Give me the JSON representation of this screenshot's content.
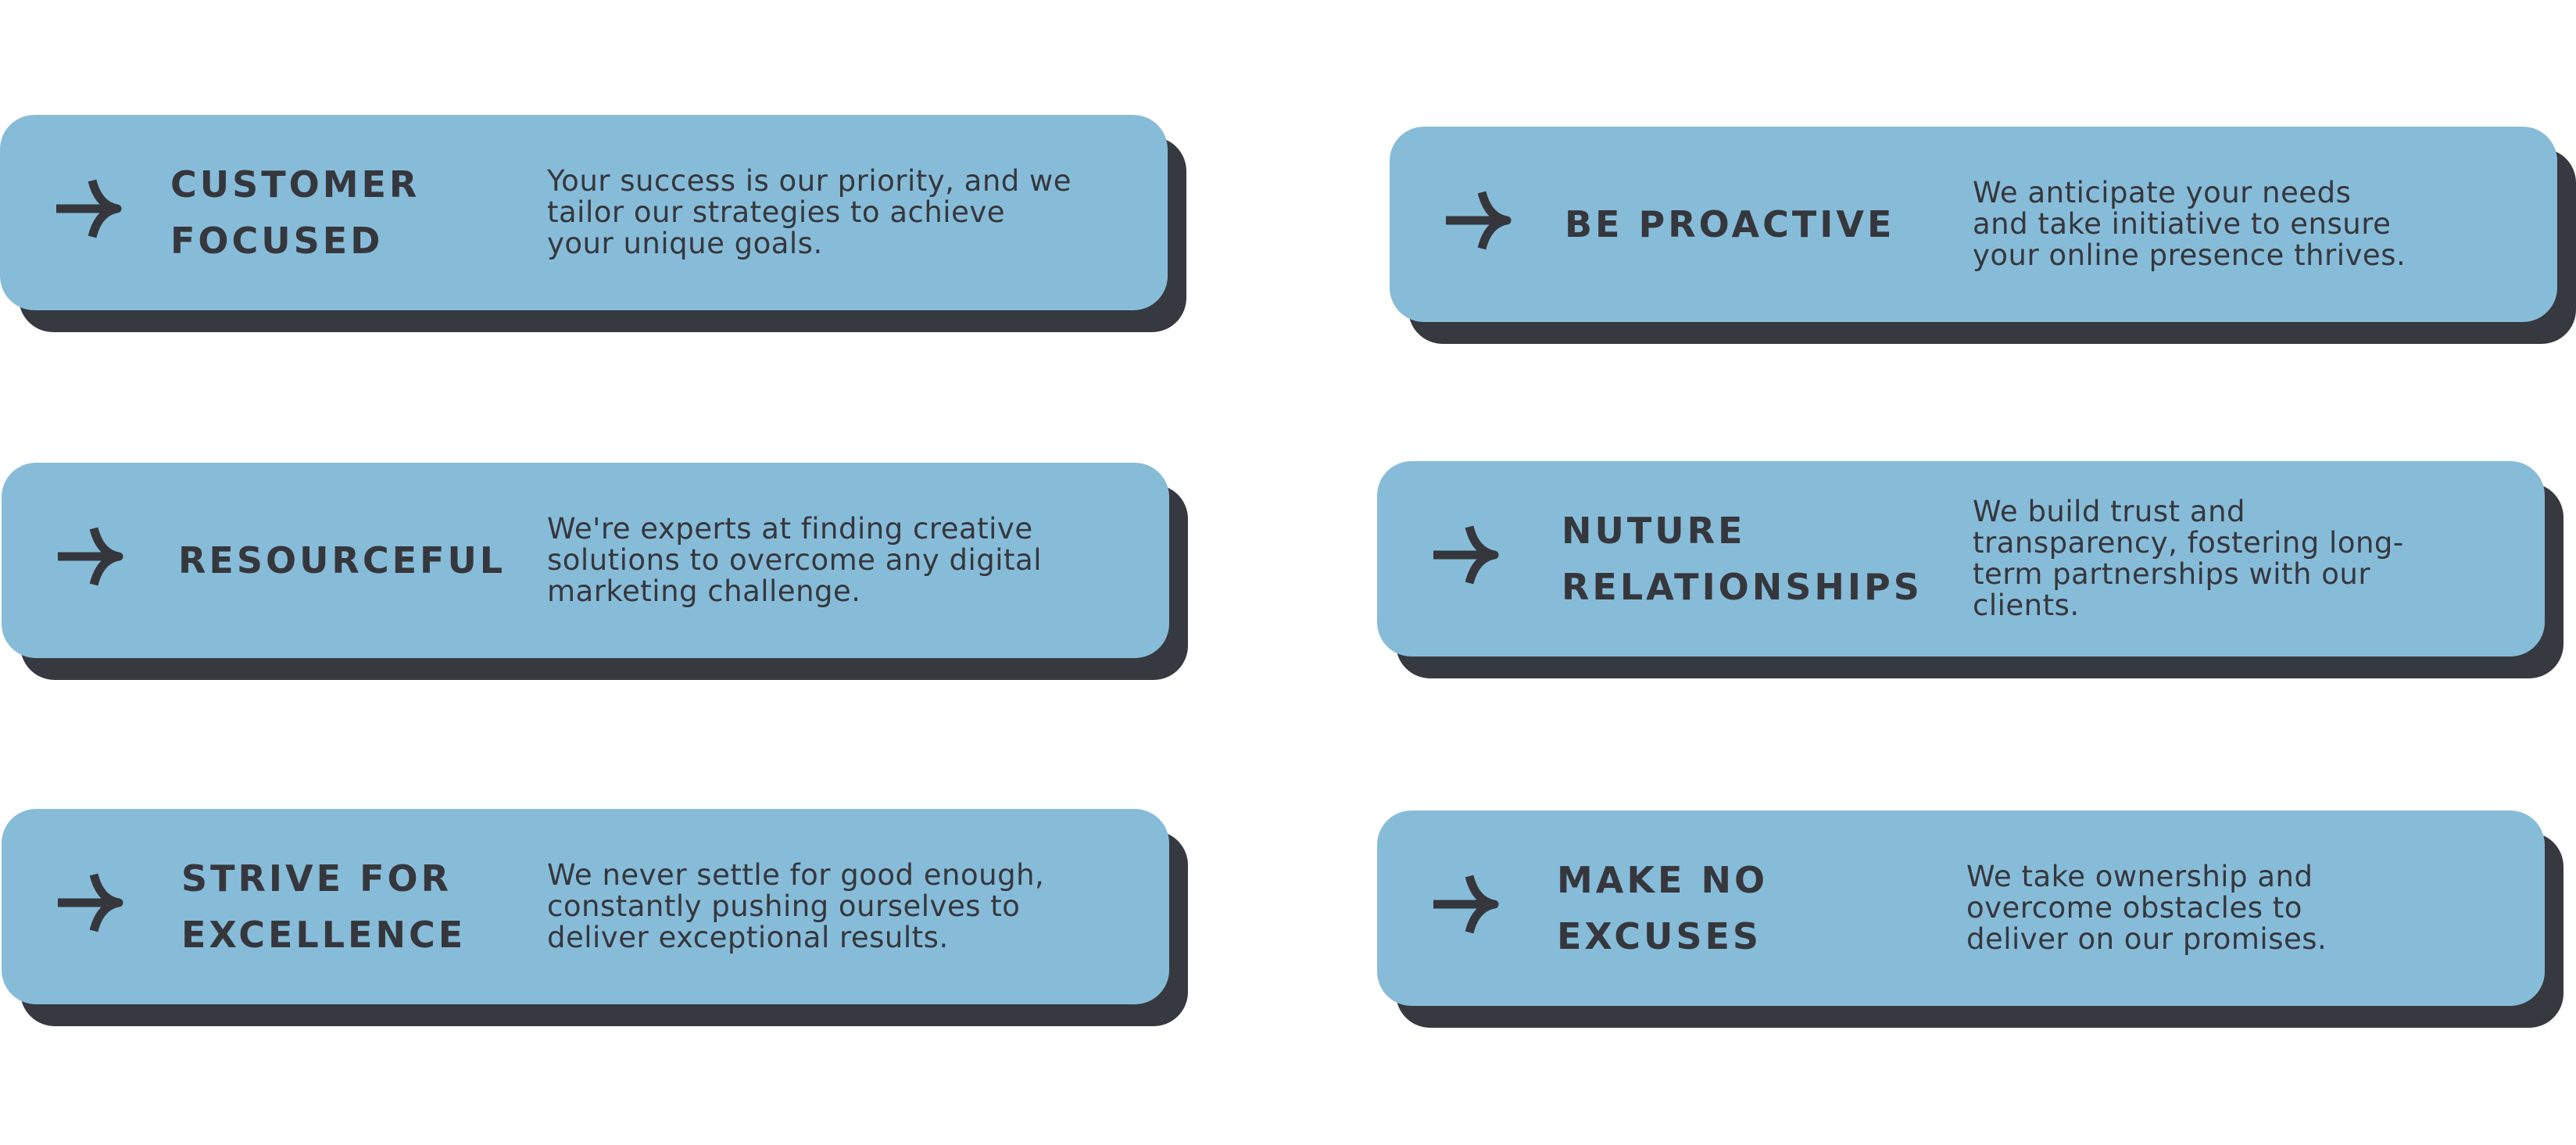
{
  "colors": {
    "card": "#87bcd9",
    "shadow": "#36393f",
    "text": "#35373d",
    "background": "#ffffff"
  },
  "cards": [
    {
      "icon": "arrow-right-icon",
      "title": "CUSTOMER\nFOCUSED",
      "description": "Your success is our priority, and we\ntailor our strategies to achieve\nyour unique goals."
    },
    {
      "icon": "arrow-right-icon",
      "title": "BE PROACTIVE",
      "description": "We anticipate your needs\nand take initiative to ensure\nyour online presence thrives."
    },
    {
      "icon": "arrow-right-icon",
      "title": "RESOURCEFUL",
      "description": "We're experts at finding creative\nsolutions to overcome any digital\nmarketing challenge."
    },
    {
      "icon": "arrow-right-icon",
      "title": "NUTURE\nRELATIONSHIPS",
      "description": "We build trust and\ntransparency, fostering long-\nterm partnerships with our\nclients."
    },
    {
      "icon": "arrow-right-icon",
      "title": "STRIVE FOR\nEXCELLENCE",
      "description": "We never settle for good enough,\nconstantly pushing ourselves to\ndeliver exceptional results."
    },
    {
      "icon": "arrow-right-icon",
      "title": "MAKE NO\nEXCUSES",
      "description": "We take ownership and\novercome obstacles to\ndeliver on our promises."
    }
  ]
}
